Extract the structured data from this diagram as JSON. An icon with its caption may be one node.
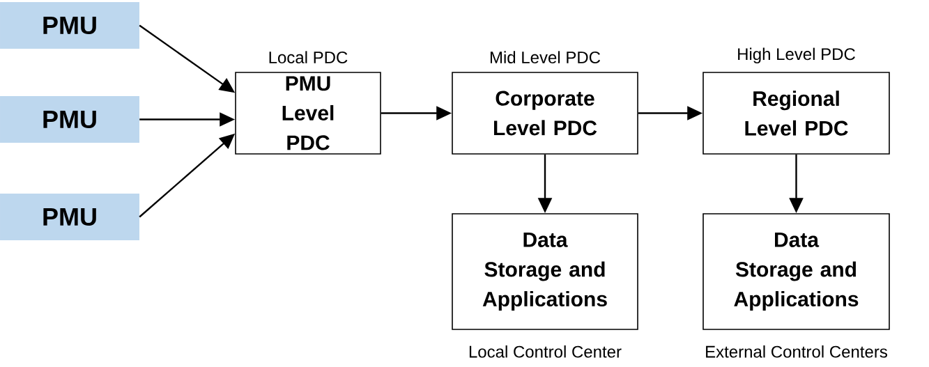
{
  "diagram": {
    "nodes": [
      {
        "text": [
          "PMU"
        ]
      },
      {
        "text": [
          "PMU"
        ]
      },
      {
        "text": [
          "PMU"
        ]
      },
      {
        "text": [
          "PMU Level PDC"
        ],
        "beside": [
          "Local PDC"
        ]
      },
      {
        "text": [
          "Corporate Level PDC"
        ],
        "beside": [
          "Mid Level PDC"
        ]
      },
      {
        "text": [
          "Regional Level PDC"
        ],
        "beside": [
          "High Level PDC"
        ]
      },
      {
        "text": [
          "Data Storage and Applications"
        ],
        "beside": [
          "Local Control Center"
        ]
      },
      {
        "text": [
          "Data Storage and Applications"
        ],
        "beside": [
          "External Control Centers"
        ]
      }
    ],
    "edges": [
      {
        "from": 0,
        "to": 3,
        "arrow": "to"
      },
      {
        "from": 1,
        "to": 3,
        "arrow": "to"
      },
      {
        "from": 2,
        "to": 3,
        "arrow": "to"
      },
      {
        "from": 3,
        "to": 4,
        "arrow": "to"
      },
      {
        "from": 4,
        "to": 5,
        "arrow": "to"
      },
      {
        "from": 4,
        "to": 6,
        "arrow": "to"
      },
      {
        "from": 5,
        "to": 7,
        "arrow": "to"
      }
    ]
  }
}
